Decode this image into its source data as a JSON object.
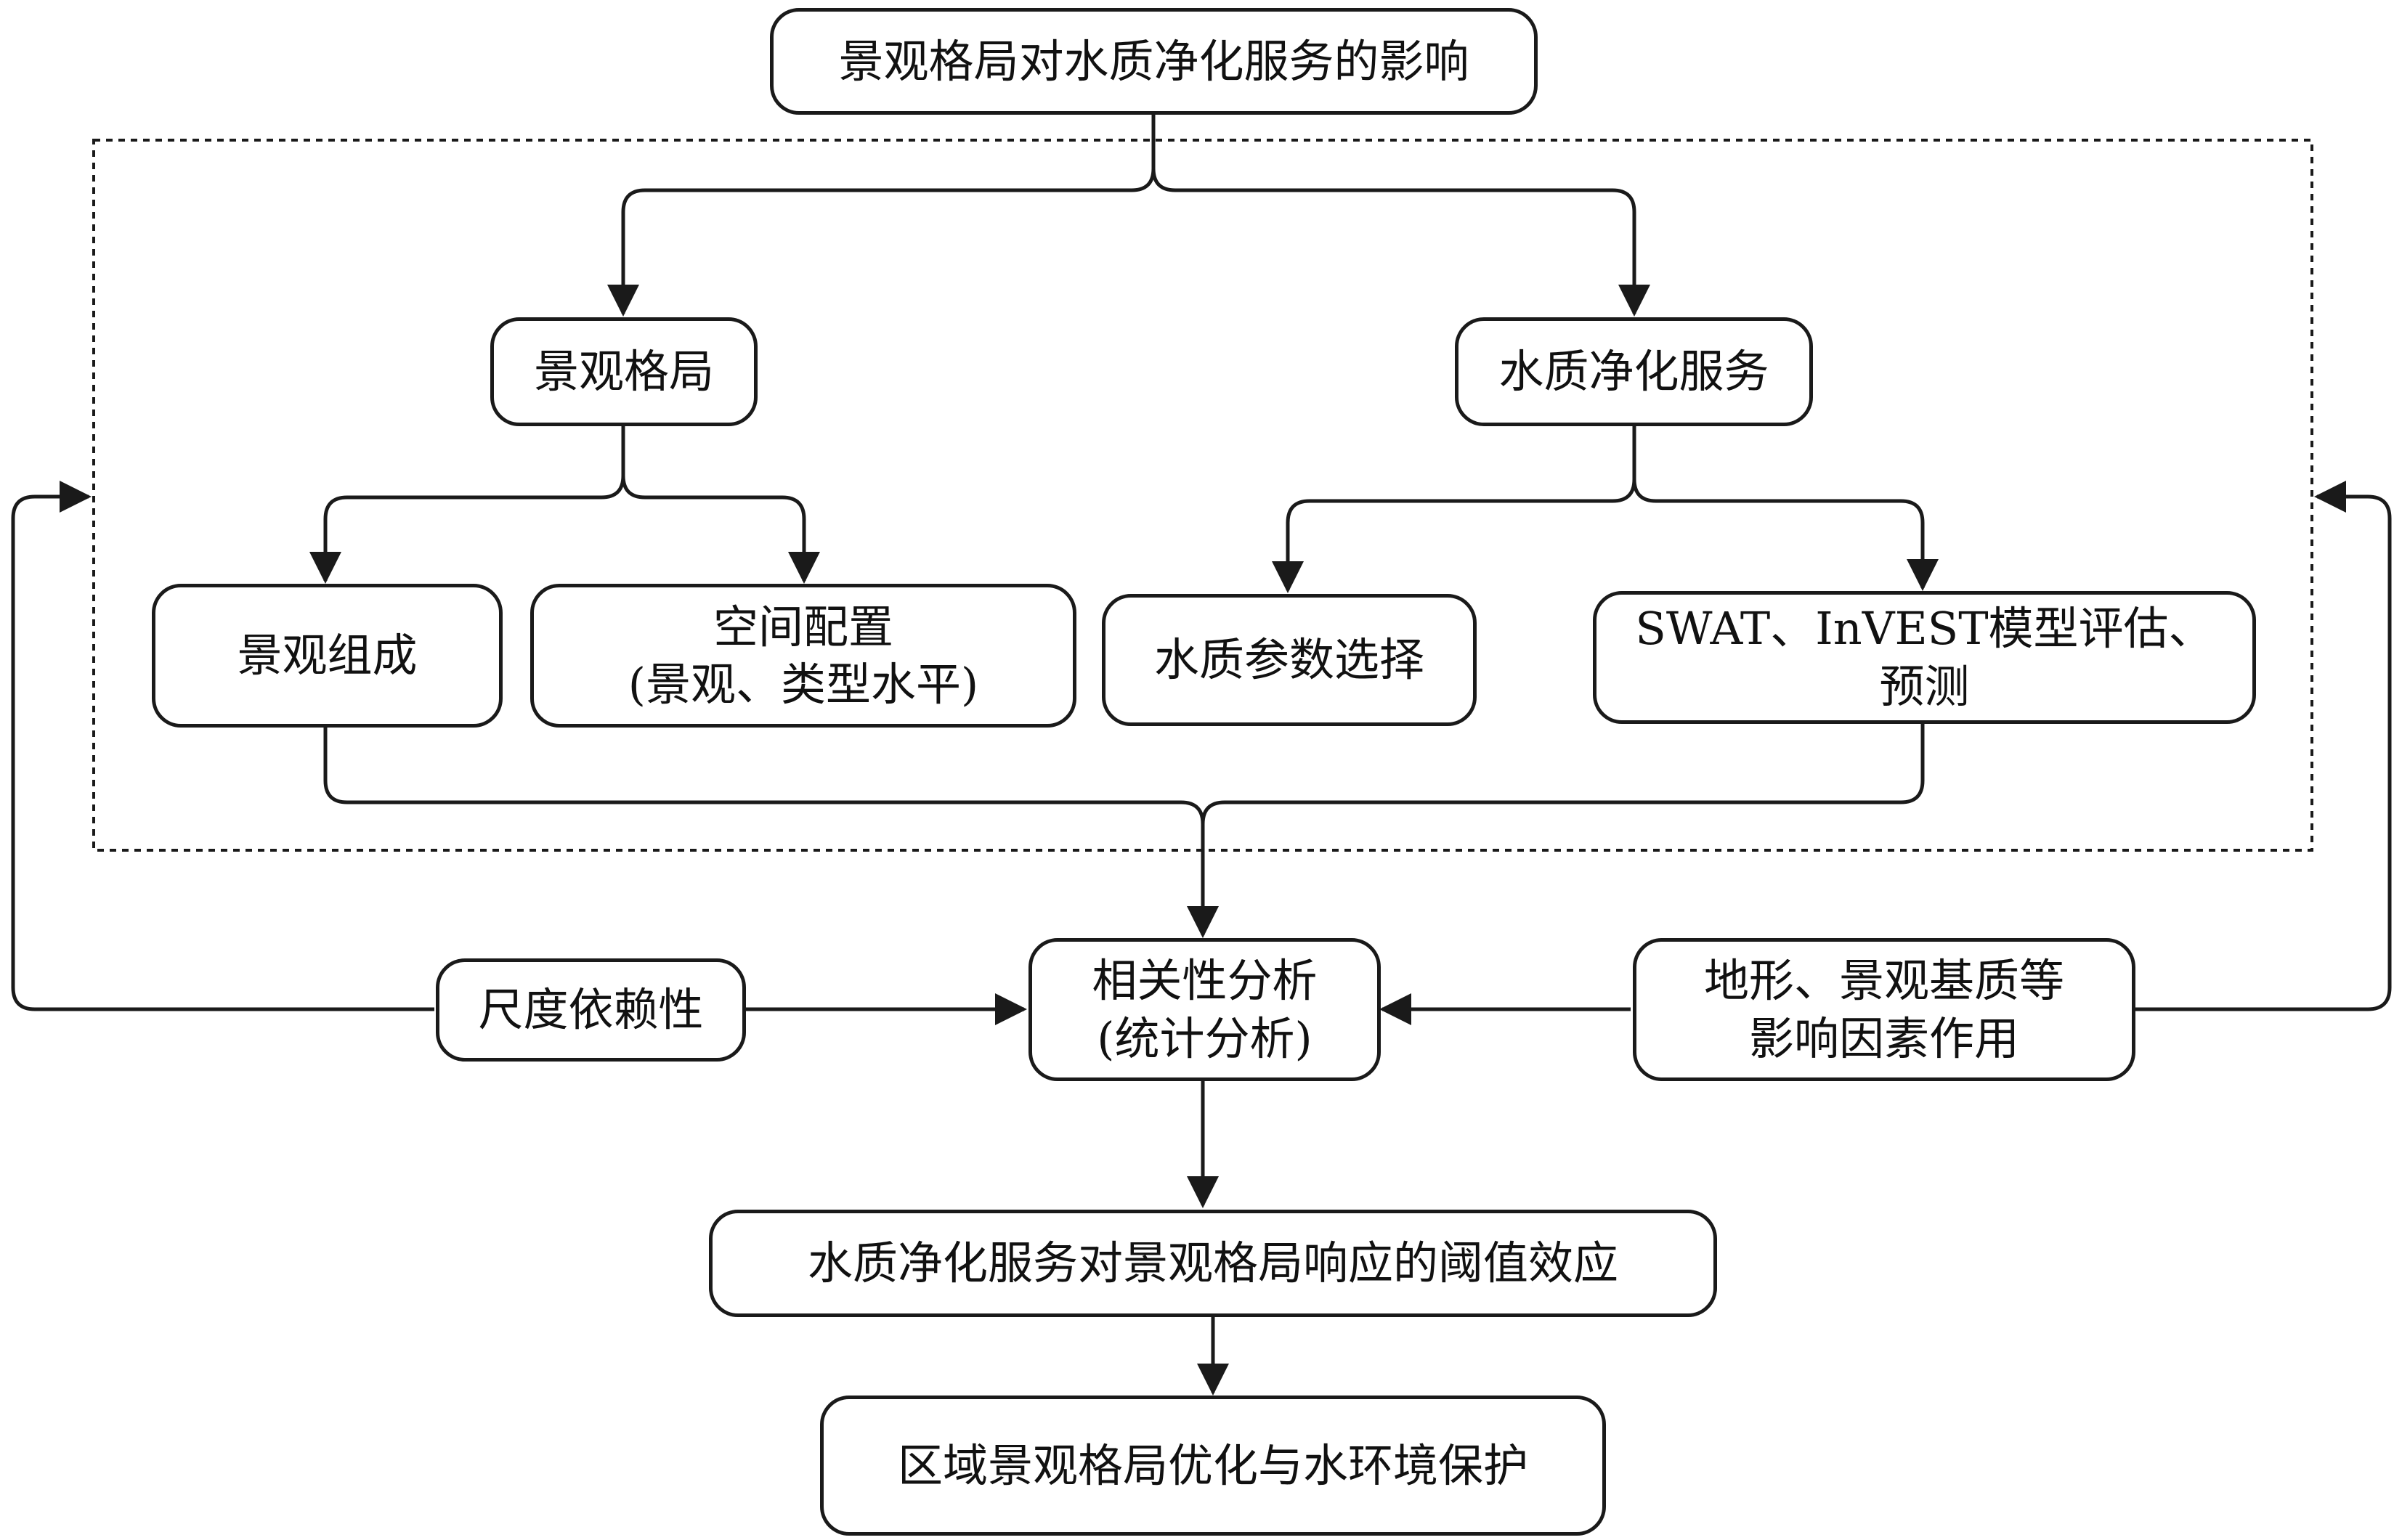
{
  "nodes": {
    "root": {
      "text": "景观格局对水质净化服务的影响"
    },
    "landscape_pattern": {
      "text": "景观格局"
    },
    "wq_service": {
      "text": "水质净化服务"
    },
    "landscape_composition": {
      "text": "景观组成"
    },
    "spatial_config": {
      "line1": "空间配置",
      "line2": "(景观、类型水平)"
    },
    "wq_params": {
      "text": "水质参数选择"
    },
    "swat": {
      "line1": "SWAT、InVEST模型评估、",
      "line2": "预测"
    },
    "scale": {
      "text": "尺度依赖性"
    },
    "correlation": {
      "line1": "相关性分析",
      "line2": "(统计分析)"
    },
    "terrain": {
      "line1": "地形、景观基质等",
      "line2": "影响因素作用"
    },
    "threshold": {
      "text": "水质净化服务对景观格局响应的阈值效应"
    },
    "optimization": {
      "text": "区域景观格局优化与水环境保护"
    }
  }
}
